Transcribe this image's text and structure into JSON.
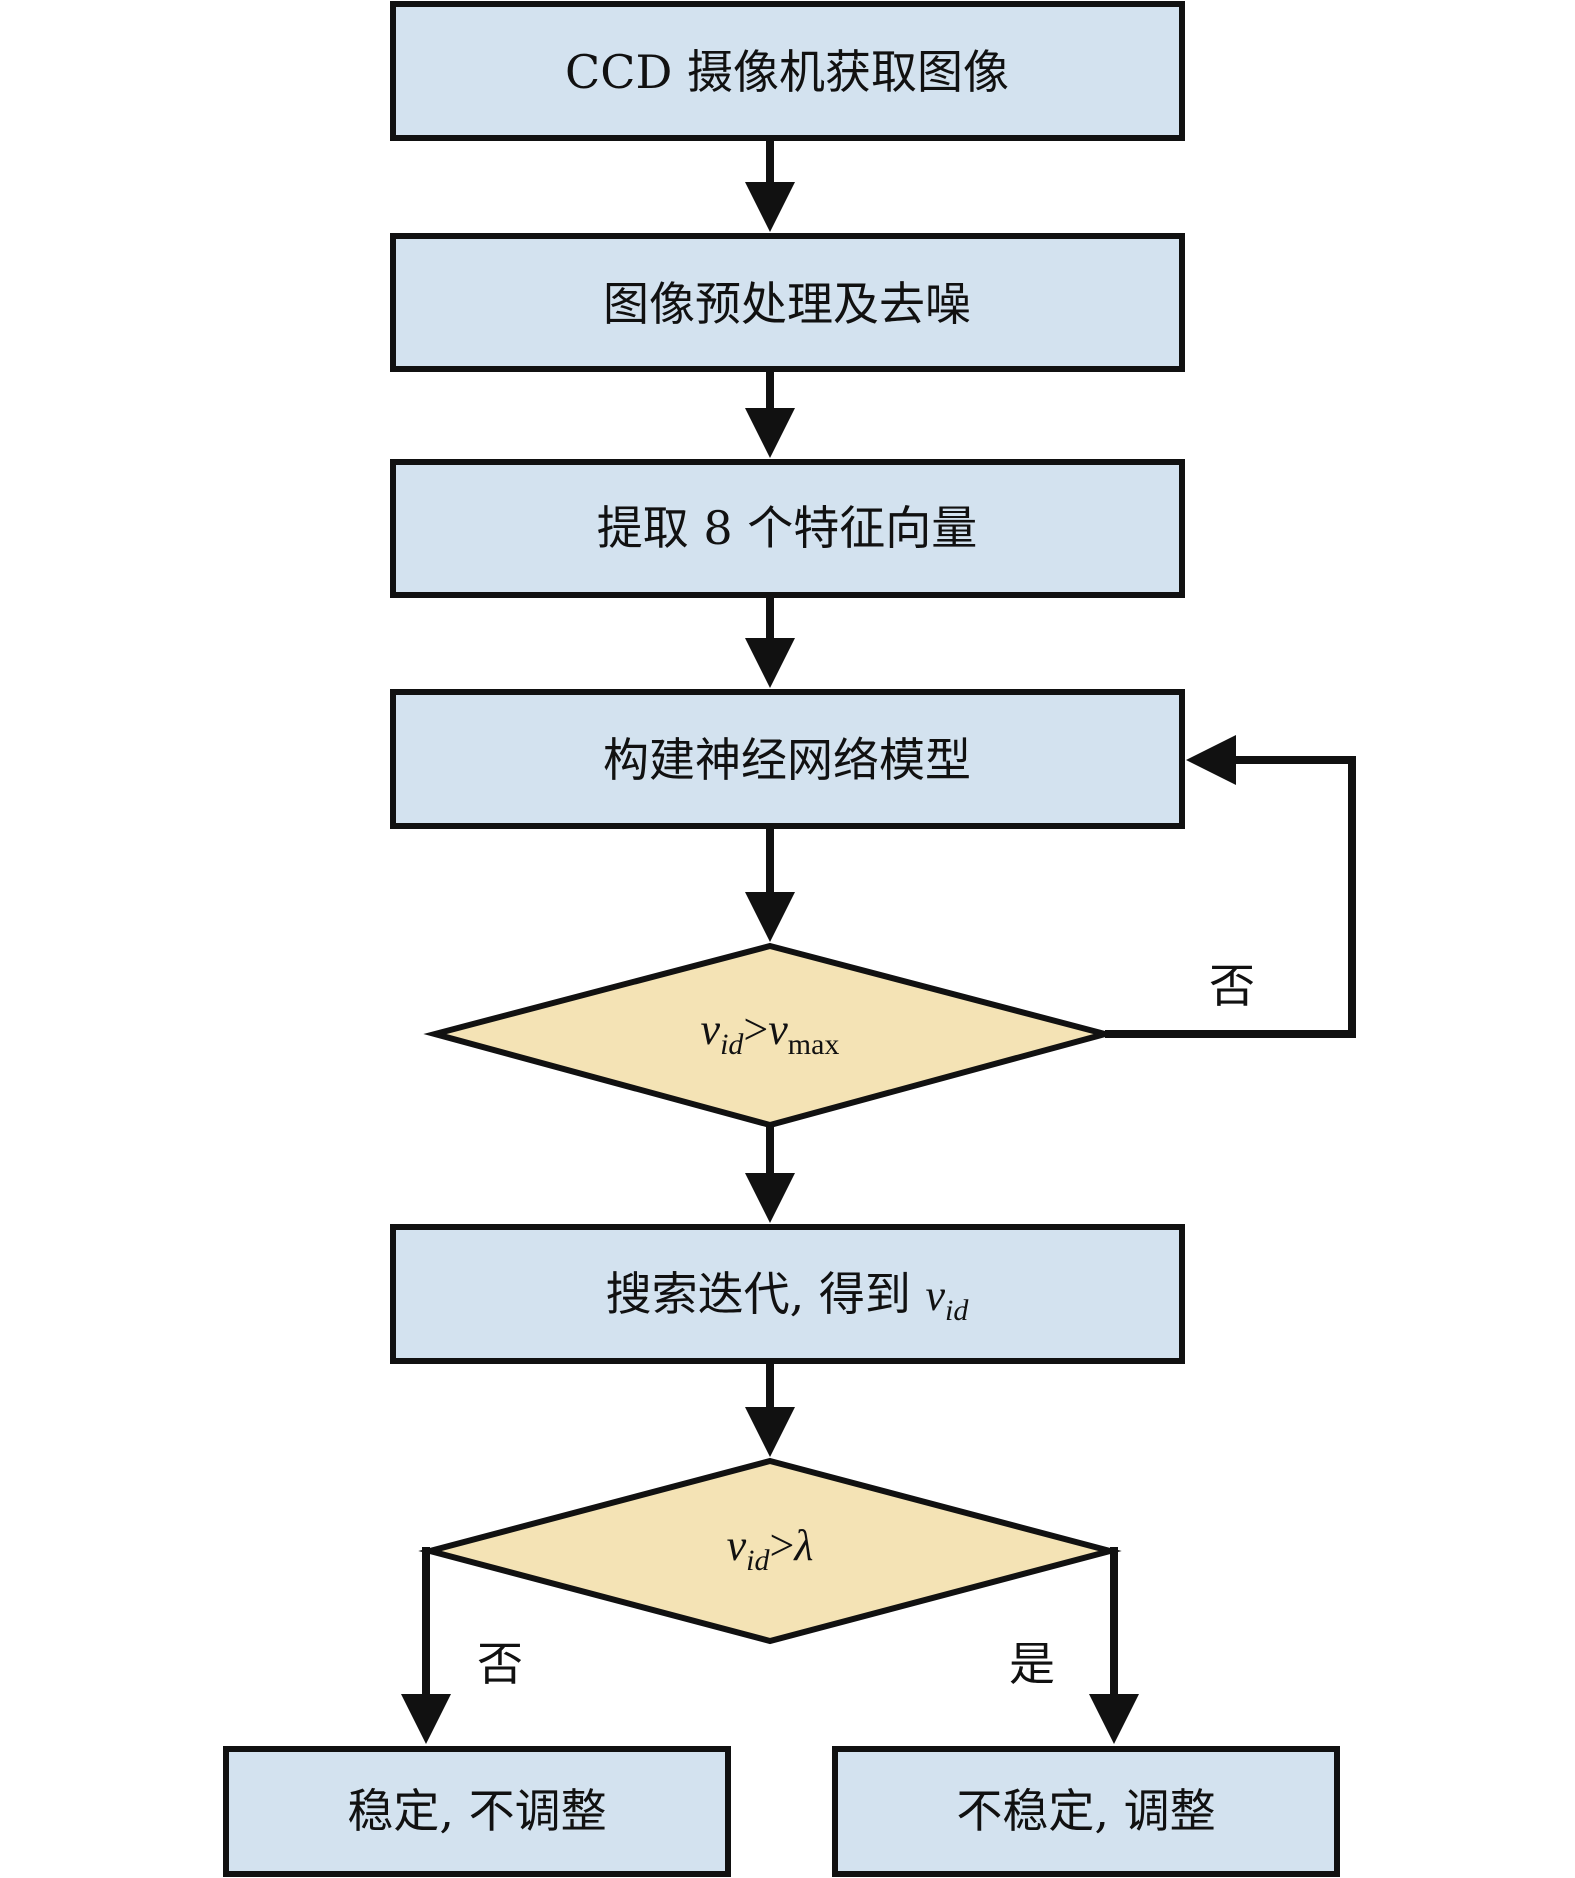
{
  "colors": {
    "process_fill": "#d3e2ef",
    "decision_fill": "#f4e3b5",
    "stroke": "#111111"
  },
  "steps": {
    "s1": "CCD 摄像机获取图像",
    "s2": "图像预处理及去噪",
    "s3": "提取 8 个特征向量",
    "s4": "构建神经网络模型",
    "s5_prefix": "搜索迭代, 得到 ",
    "s5_var": "v",
    "s5_sub": "id",
    "s6": "稳定, 不调整",
    "s7": "不稳定, 调整"
  },
  "decision1": {
    "lhs": "v",
    "lhs_sub": "id",
    "op": ">",
    "rhs": "v",
    "rhs_sub": "max"
  },
  "decision2": {
    "lhs": "v",
    "lhs_sub": "id",
    "op": ">",
    "rhs": "λ"
  },
  "branches": {
    "d1_no": "否",
    "d2_no": "否",
    "d2_yes": "是"
  }
}
